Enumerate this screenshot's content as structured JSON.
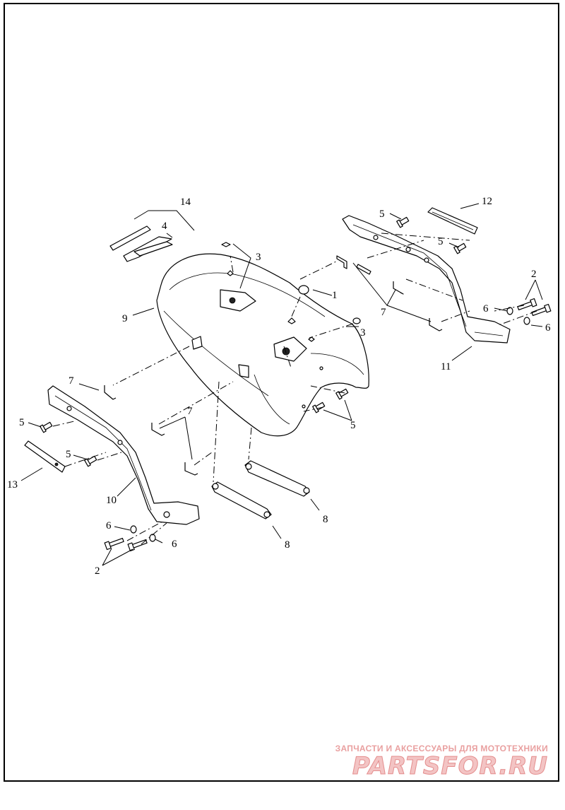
{
  "callouts": [
    "1",
    "2",
    "2",
    "3",
    "3",
    "4",
    "5",
    "5",
    "5",
    "5",
    "5",
    "6",
    "6",
    "6",
    "6",
    "7",
    "7",
    "7",
    "8",
    "8",
    "9",
    "10",
    "11",
    "12",
    "13",
    "14"
  ],
  "watermark": {
    "tagline": "ЗАПЧАСТИ И АКСЕССУАРЫ ДЛЯ МОТОТЕХНИКИ",
    "logo": "PARTSFOR.RU"
  },
  "colors": {
    "line": "#000000",
    "background": "#ffffff",
    "watermark": "#e48e8e"
  }
}
